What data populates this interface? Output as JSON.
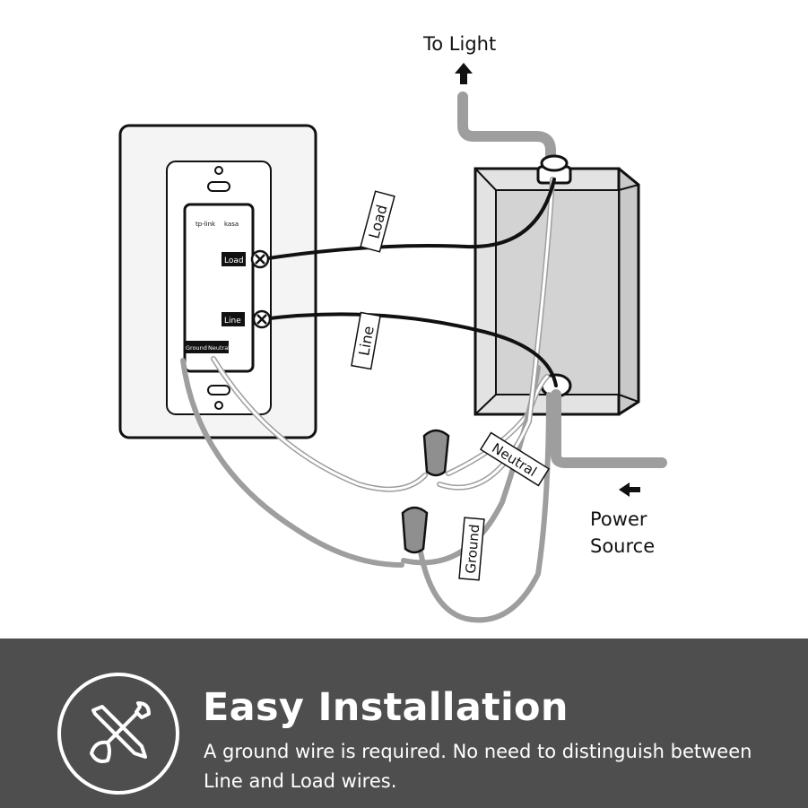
{
  "diagram": {
    "to_light": "To Light",
    "power_source_line1": "Power",
    "power_source_line2": "Source",
    "wire_labels": {
      "load": "Load",
      "line": "Line",
      "neutral": "Neutral",
      "ground": "Ground"
    },
    "switch": {
      "brand_left": "tp-link",
      "brand_right": "kasa",
      "terminal_load": "Load",
      "terminal_line": "Line",
      "terminal_ground": "Ground",
      "terminal_neutral": "Neutral"
    },
    "colors": {
      "hot_wire": "#111111",
      "gray_wire": "#9e9e9e",
      "white_wire": "#ffffff",
      "box": "#d6d6d6",
      "banner": "#4e4e4e"
    }
  },
  "banner": {
    "icon": "tools-icon",
    "title": "Easy Installation",
    "text": "A ground wire is required. No need to distinguish between Line and Load wires."
  }
}
